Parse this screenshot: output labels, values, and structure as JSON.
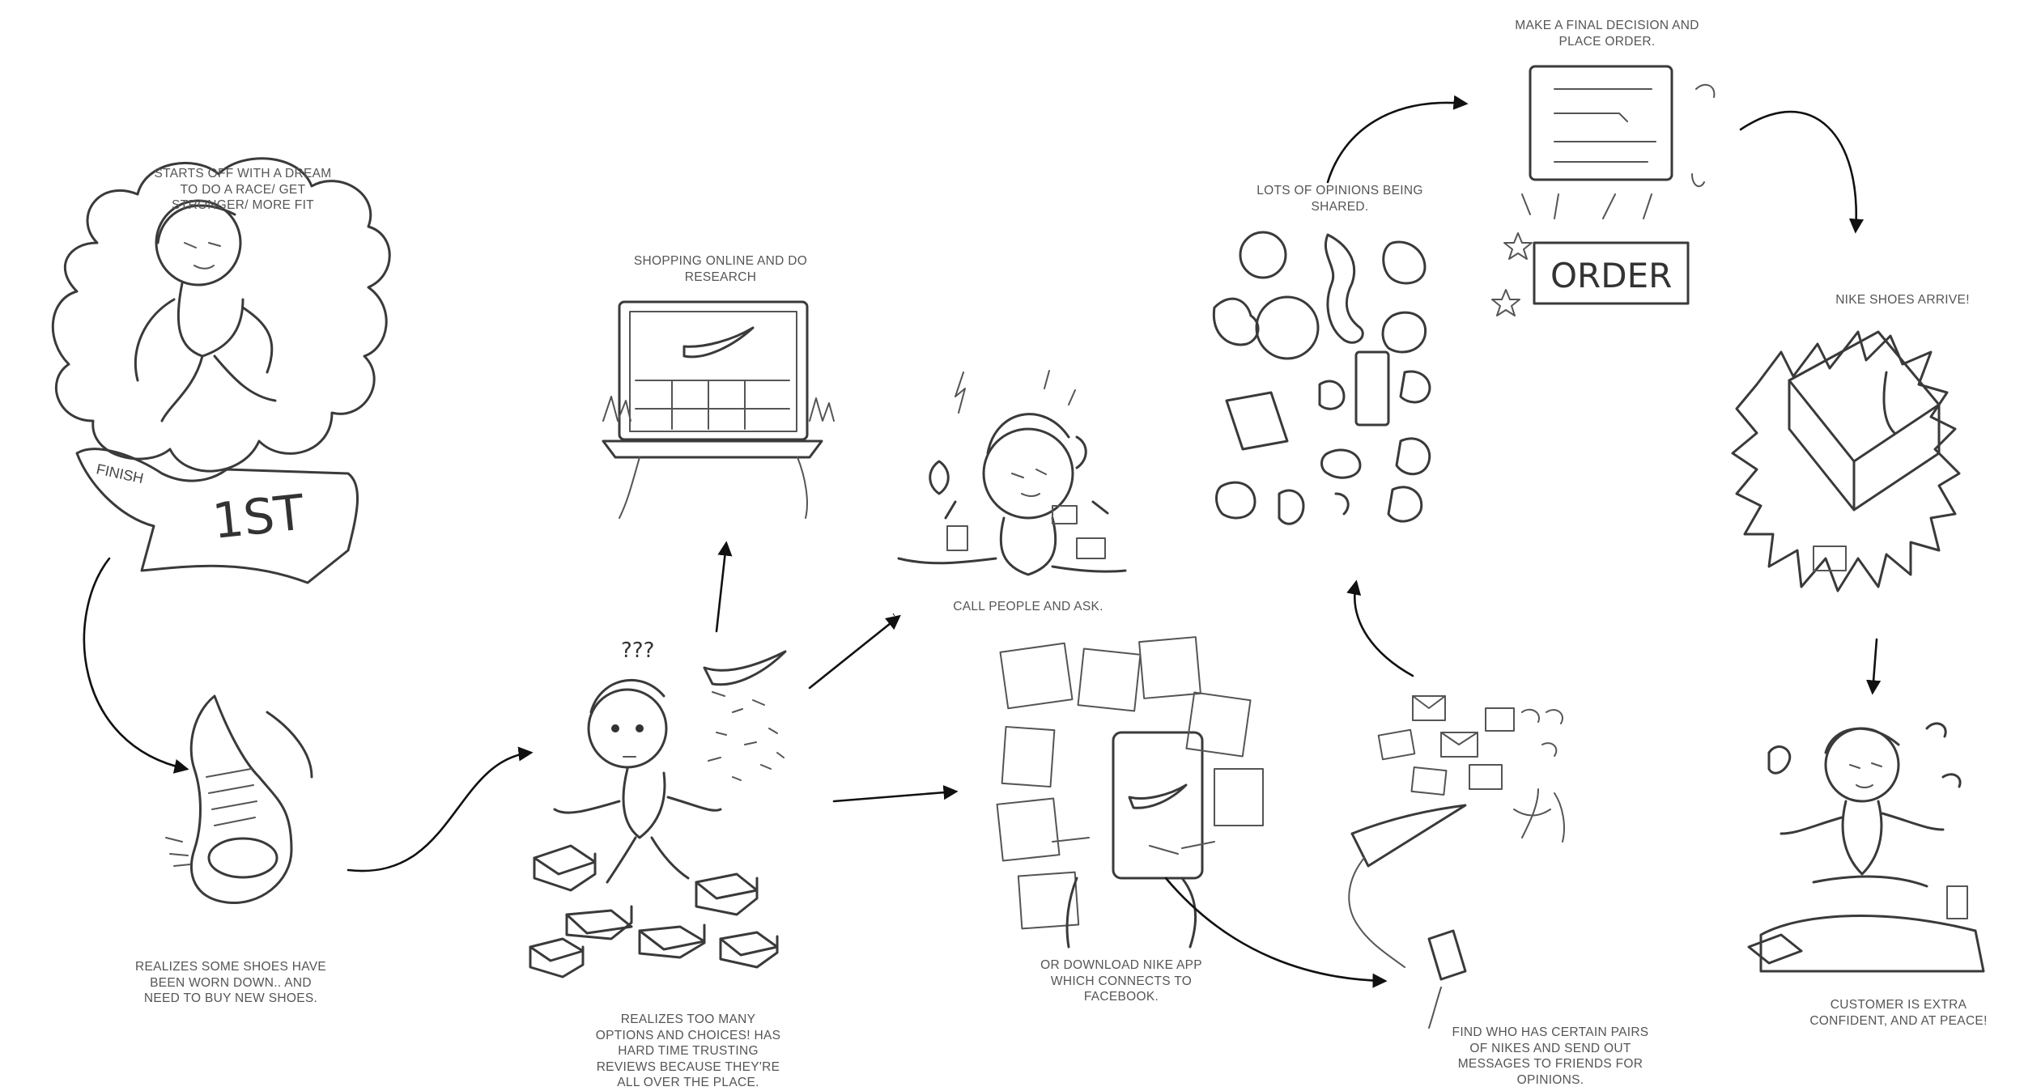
{
  "captions": {
    "dream": "STARTS OFF WITH A DREAM\nTO DO A RACE/ GET\nSTRONGER/ MORE FIT",
    "shoes_worn": "REALIZES SOME SHOES HAVE\nBEEN WORN DOWN.. AND\nNEED TO BUY NEW SHOES.",
    "shopping": "SHOPPING ONLINE AND DO\nRESEARCH",
    "too_many": "REALIZES TOO MANY\nOPTIONS AND CHOICES! HAS\nHARD TIME TRUSTING\nREVIEWS BECAUSE THEY'RE\nALL OVER THE PLACE.",
    "call_people": "CALL PEOPLE AND ASK.",
    "nike_app": "OR DOWNLOAD NIKE APP\nWHICH CONNECTS TO\nFACEBOOK.",
    "opinions": "LOTS OF OPINIONS BEING\nSHARED.",
    "find_who": "FIND WHO HAS CERTAIN PAIRS\nOF NIKES AND SEND OUT\nMESSAGES TO FRIENDS FOR\nOPINIONS.",
    "final_decision": "MAKE A FINAL DECISION AND\nPLACE ORDER.",
    "shoes_arrive": "NIKE SHOES ARRIVE!",
    "confident": "CUSTOMER IS EXTRA\nCONFIDENT, AND AT PEACE!"
  },
  "sketch_text": {
    "finish": "FINISH",
    "first": "1ST",
    "question_marks": "???",
    "order": "ORDER"
  },
  "ink_color": "#3a3a3a",
  "caption_color": "#555555"
}
